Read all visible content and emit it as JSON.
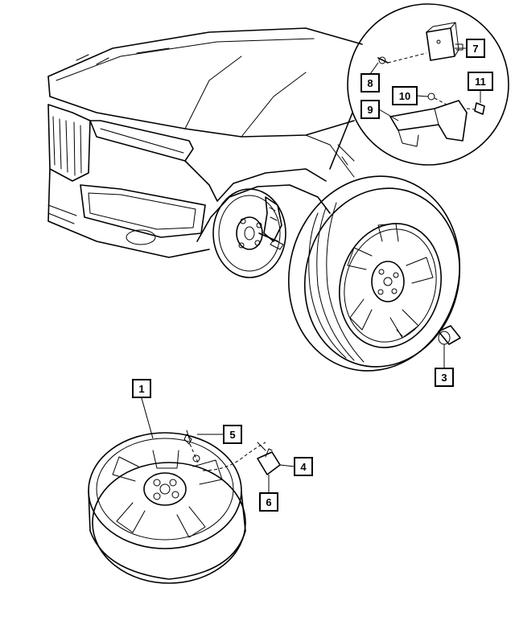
{
  "callouts": [
    {
      "id": "1",
      "label": "1"
    },
    {
      "id": "3",
      "label": "3"
    },
    {
      "id": "4",
      "label": "4"
    },
    {
      "id": "5",
      "label": "5"
    },
    {
      "id": "6",
      "label": "6"
    },
    {
      "id": "7",
      "label": "7"
    },
    {
      "id": "8",
      "label": "8"
    },
    {
      "id": "9",
      "label": "9"
    },
    {
      "id": "10",
      "label": "10"
    },
    {
      "id": "11",
      "label": "11"
    }
  ]
}
